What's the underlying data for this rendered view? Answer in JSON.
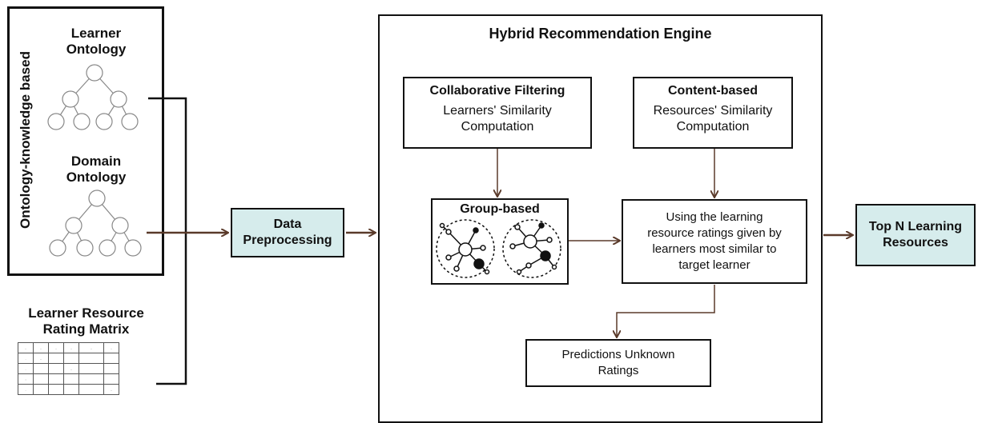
{
  "ontology_panel": {
    "side_label": "Ontology-knowledge based",
    "learner_ontology": "Learner\nOntology",
    "domain_ontology": "Domain\nOntology"
  },
  "rating_matrix": {
    "title": "Learner Resource\nRating Matrix"
  },
  "data_preprocessing": "Data\nPreprocessing",
  "engine": {
    "title": "Hybrid Recommendation Engine",
    "collaborative": {
      "title": "Collaborative Filtering",
      "body": "Learners' Similarity\nComputation"
    },
    "content": {
      "title": "Content-based",
      "body": "Resources' Similarity\nComputation"
    },
    "group": {
      "title": "Group-based"
    },
    "using": "Using the learning\nresource ratings given by\nlearners most similar to\ntarget learner",
    "predictions": "Predictions Unknown\nRatings"
  },
  "output": "Top N Learning\nResources",
  "colors": {
    "teal_fill": "#d6ecec",
    "arrow": "#5a3a2a",
    "line": "#111111"
  }
}
